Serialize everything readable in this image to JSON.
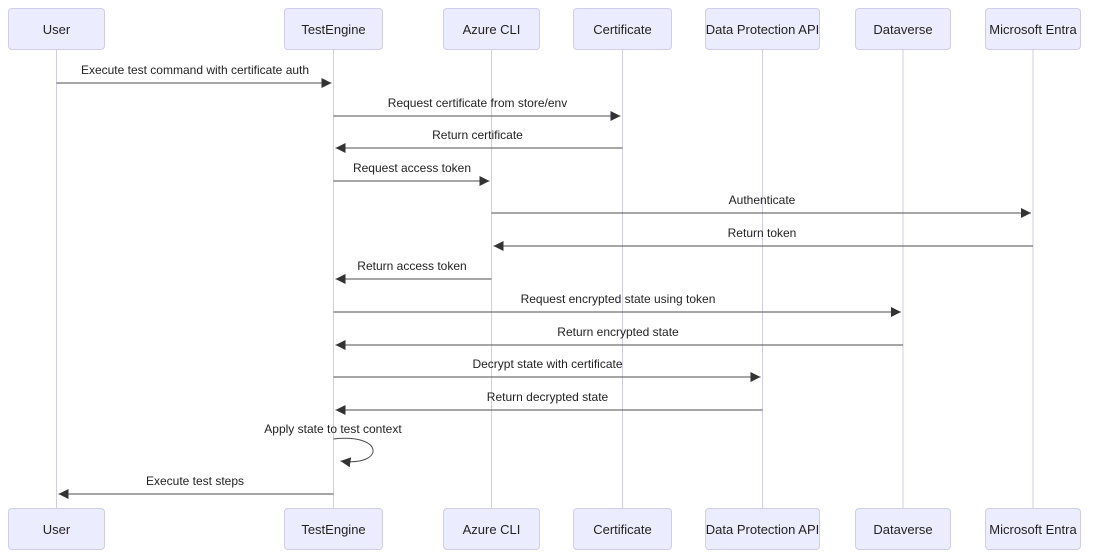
{
  "diagram": {
    "type": "sequence",
    "participants": [
      {
        "label": "User"
      },
      {
        "label": "TestEngine"
      },
      {
        "label": "Azure CLI"
      },
      {
        "label": "Certificate"
      },
      {
        "label": "Data Protection API"
      },
      {
        "label": "Dataverse"
      },
      {
        "label": "Microsoft Entra"
      }
    ],
    "messages": [
      {
        "from": "User",
        "to": "TestEngine",
        "label": "Execute test command with certificate auth",
        "type": "solid"
      },
      {
        "from": "TestEngine",
        "to": "Certificate",
        "label": "Request certificate from store/env",
        "type": "solid"
      },
      {
        "from": "Certificate",
        "to": "TestEngine",
        "label": "Return certificate",
        "type": "solid"
      },
      {
        "from": "TestEngine",
        "to": "Azure CLI",
        "label": "Request access token",
        "type": "solid"
      },
      {
        "from": "Azure CLI",
        "to": "Microsoft Entra",
        "label": "Authenticate",
        "type": "solid"
      },
      {
        "from": "Microsoft Entra",
        "to": "Azure CLI",
        "label": "Return token",
        "type": "solid"
      },
      {
        "from": "Azure CLI",
        "to": "TestEngine",
        "label": "Return access token",
        "type": "solid"
      },
      {
        "from": "TestEngine",
        "to": "Dataverse",
        "label": "Request encrypted state using token",
        "type": "solid"
      },
      {
        "from": "Dataverse",
        "to": "TestEngine",
        "label": "Return encrypted state",
        "type": "solid"
      },
      {
        "from": "TestEngine",
        "to": "Data Protection API",
        "label": "Decrypt state with certificate",
        "type": "solid"
      },
      {
        "from": "Data Protection API",
        "to": "TestEngine",
        "label": "Return decrypted state",
        "type": "solid"
      },
      {
        "from": "TestEngine",
        "to": "TestEngine",
        "label": "Apply state to test context",
        "type": "self"
      },
      {
        "from": "TestEngine",
        "to": "User",
        "label": "Execute test steps",
        "type": "solid"
      }
    ],
    "colors": {
      "actor_fill": "#ECECFF",
      "actor_border": "#CFCCEC",
      "lifeline": "#D0CDEA",
      "arrow": "#4d4d4d",
      "arrowhead": "#333333",
      "text": "#222222",
      "background": "#ffffff"
    }
  }
}
